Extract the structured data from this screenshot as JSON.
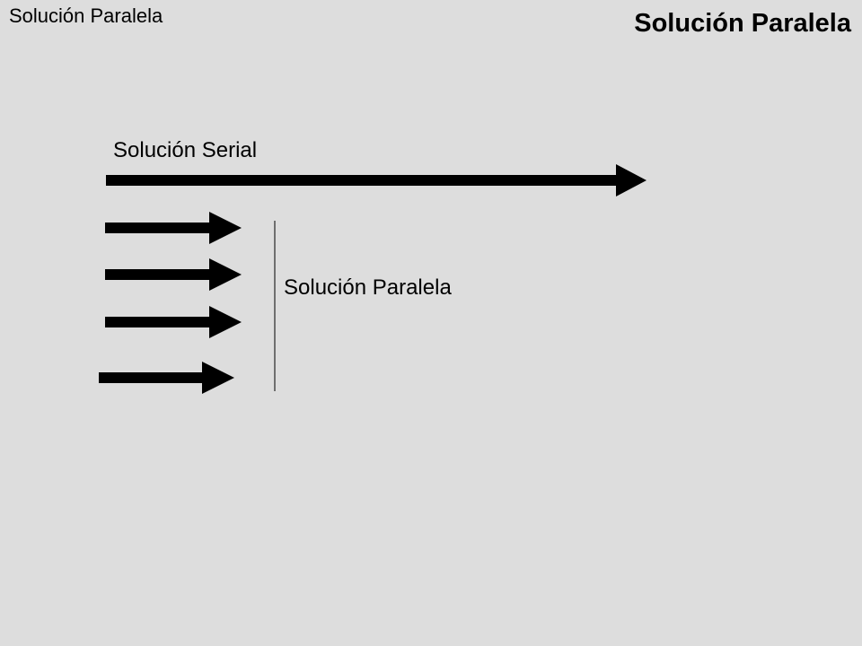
{
  "slide": {
    "background": "#dddddd",
    "ink": "#000000"
  },
  "header": {
    "small_title": "Solución Paralela",
    "title": "Solución Paralela"
  },
  "diagram": {
    "serial_label": "Solución Serial",
    "parallel_label": "Solución Paralela",
    "parallel_arrow_count": 4
  }
}
